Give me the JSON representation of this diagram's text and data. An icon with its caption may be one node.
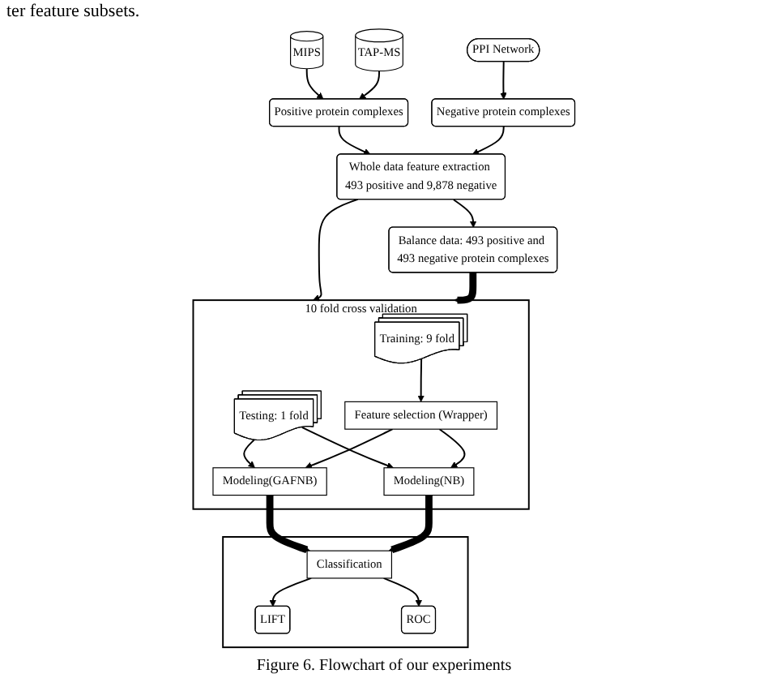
{
  "diagram": {
    "caption": "Figure 6.  Flowchart of our experiments",
    "nodes": [
      {
        "text": [
          "MIPS"
        ]
      },
      {
        "text": [
          "TAP-MS"
        ]
      },
      {
        "text": [
          "PPI Network"
        ]
      },
      {
        "text": [
          "Positive protein complexes"
        ]
      },
      {
        "text": [
          "Negative protein complexes"
        ]
      },
      {
        "text": [
          "Whole data feature extraction 493 positive and 9,878 negative"
        ]
      },
      {
        "text": [
          "Balance data: 493 positive and 493 negative protein complexes"
        ]
      },
      {
        "text": [
          "10 fold cross validation"
        ]
      },
      {
        "text": [
          "Training: 9 fold"
        ],
        "in": 7
      },
      {
        "text": [
          "Testing: 1 fold"
        ],
        "in": 7
      },
      {
        "text": [
          "Feature selection (Wrapper)"
        ],
        "in": 7
      },
      {
        "text": [
          "Modeling(GAFNB)"
        ],
        "in": 7
      },
      {
        "text": [
          "Modeling(NB)"
        ],
        "in": 7
      },
      {
        "text": [],
        "shape": "box"
      },
      {
        "text": [
          "Classification"
        ],
        "in": 13
      },
      {
        "text": [
          "LIFT"
        ],
        "in": 13
      },
      {
        "text": [
          "ROC"
        ],
        "in": 13
      }
    ],
    "edges": [
      {
        "from": 0,
        "to": 3,
        "arrow": "to"
      },
      {
        "from": 1,
        "to": 3,
        "arrow": "to"
      },
      {
        "from": 2,
        "to": 4,
        "arrow": "to"
      },
      {
        "from": 3,
        "to": 5,
        "arrow": "to"
      },
      {
        "from": 4,
        "to": 5,
        "arrow": "to"
      },
      {
        "from": 5,
        "to": 6,
        "arrow": "to"
      },
      {
        "from": 5,
        "to": 7,
        "arrow": "to"
      },
      {
        "from": 6,
        "to": 7,
        "arrow": "to",
        "style": "thick"
      },
      {
        "from": 8,
        "to": 10,
        "arrow": "to"
      },
      {
        "from": 9,
        "to": 11,
        "arrow": "to"
      },
      {
        "from": 9,
        "to": 12,
        "arrow": "to"
      },
      {
        "from": 10,
        "to": 11,
        "arrow": "to"
      },
      {
        "from": 10,
        "to": 12,
        "arrow": "to"
      },
      {
        "from": 11,
        "to": 14,
        "arrow": "to",
        "style": "thick"
      },
      {
        "from": 12,
        "to": 14,
        "arrow": "to",
        "style": "thick"
      },
      {
        "from": 14,
        "to": 15,
        "arrow": "to"
      },
      {
        "from": 14,
        "to": 16,
        "arrow": "to"
      }
    ],
    "labels": [
      "ter feature subsets."
    ]
  }
}
